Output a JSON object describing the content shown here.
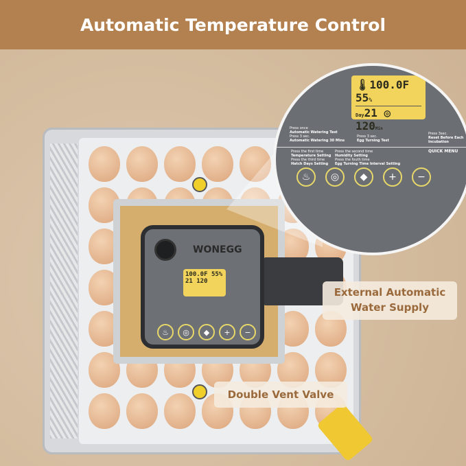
{
  "header": {
    "title": "Automatic Temperature Control"
  },
  "brand": {
    "logo": "WONEGG"
  },
  "display": {
    "temperature": "100.0",
    "temp_unit": "F",
    "humidity": "55",
    "humidity_unit": "%",
    "day_label": "Day",
    "day": "21",
    "turn_interval": "120",
    "interval_unit": "Min"
  },
  "panel": {
    "press_once": "Press once",
    "watering": [
      {
        "hint": "Press once",
        "action": "Automatic Watering Test"
      },
      {
        "hint": "Press 3 sec.",
        "action": "Automatic Watering 30 Mins"
      }
    ],
    "egg_turning": {
      "hint": "Press 3 sec.",
      "action": "Egg Turning Test"
    },
    "reset": {
      "hint": "Press 3sec.",
      "action": "Reset Before Each Incubation"
    },
    "settings": [
      {
        "hint": "Press the first time",
        "action": "Temperature Setting"
      },
      {
        "hint": "Press the second time",
        "action": "Humidity Setting"
      },
      {
        "hint": "Press the third time",
        "action": "Hatch Days Setting"
      },
      {
        "hint": "Press the fouth time",
        "action": "Egg Turning Time Interval Setting"
      }
    ],
    "quick_menu": "QUICK MENU",
    "buttons": [
      {
        "icon": "water-drop-icon",
        "glyph": "♨"
      },
      {
        "icon": "egg-turn-icon",
        "glyph": "◎"
      },
      {
        "icon": "settings-icon",
        "glyph": "◆"
      },
      {
        "icon": "plus-icon",
        "glyph": "+"
      },
      {
        "icon": "minus-icon",
        "glyph": "−"
      }
    ]
  },
  "labels": {
    "water_supply": "External Automatic Water Supply",
    "vent": "Double Vent Valve"
  },
  "colors": {
    "header": "#b3804f",
    "label_text": "#9a6a3c",
    "lcd": "#f2d35c"
  }
}
